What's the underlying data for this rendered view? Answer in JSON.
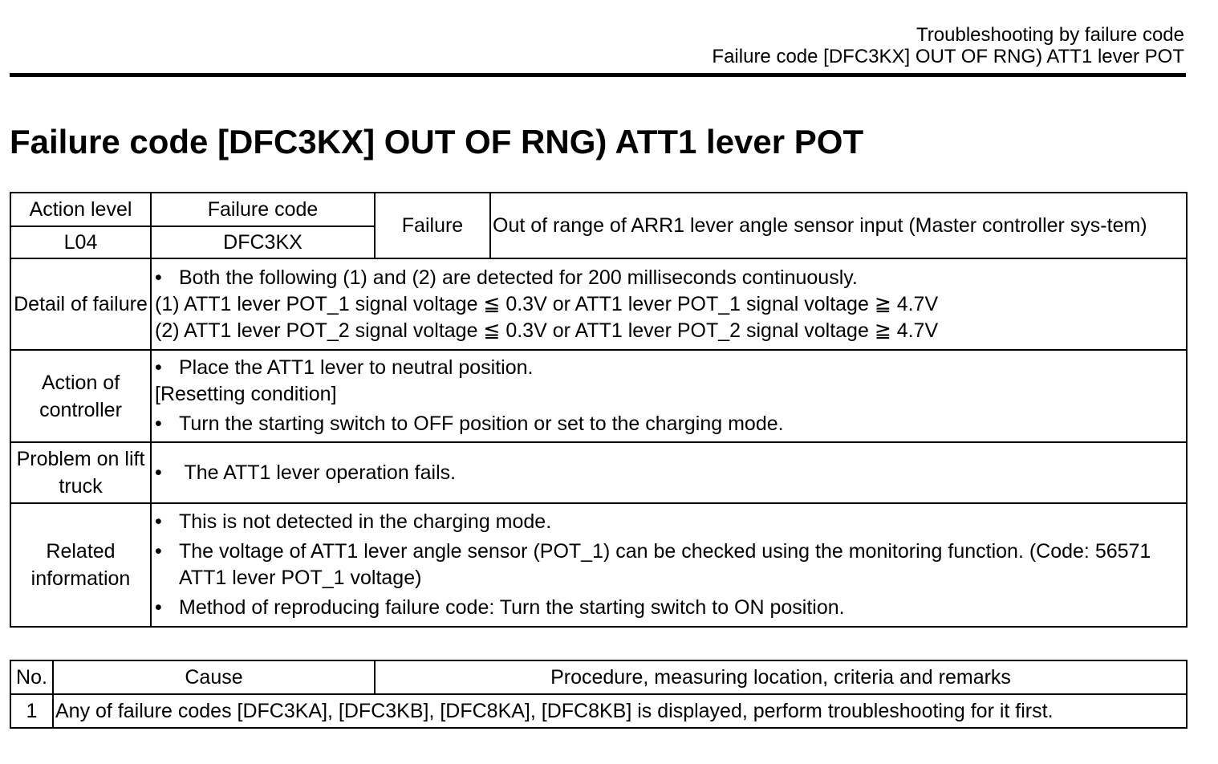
{
  "header": {
    "line1": "Troubleshooting by failure code",
    "line2": "Failure code [DFC3KX] OUT OF RNG) ATT1 lever POT"
  },
  "title": "Failure code [DFC3KX] OUT OF RNG) ATT1 lever POT",
  "info_table": {
    "action_level_label": "Action level",
    "action_level_value": "L04",
    "failure_code_label": "Failure code",
    "failure_code_value": "DFC3KX",
    "failure_label": "Failure",
    "failure_value": "Out of range of ARR1 lever angle sensor input (Master controller sys-tem)",
    "bullet": "•",
    "detail_label": "Detail of failure",
    "detail_bullet": "Both the following (1) and (2) are detected for 200 milliseconds continuously.",
    "detail_line1": "(1) ATT1 lever POT_1 signal voltage ≦ 0.3V or ATT1 lever POT_1 signal voltage ≧ 4.7V",
    "detail_line2": "(2) ATT1 lever POT_2 signal voltage ≦ 0.3V or ATT1 lever POT_2 signal voltage ≧ 4.7V",
    "action_label": "Action of controller",
    "action_bullet1": "Place the ATT1 lever to neutral position.",
    "action_reset": "[Resetting condition]",
    "action_bullet2": "Turn the starting switch to OFF position or set to the charging mode.",
    "problem_label": "Problem on lift truck",
    "problem_bullet": " The ATT1 lever operation fails.",
    "related_label": "Related information",
    "related_bullet1": "This is not detected in the charging mode.",
    "related_bullet2": "The voltage of ATT1 lever angle sensor (POT_1) can be checked using the monitoring function. (Code: 56571 ATT1 lever POT_1 voltage)",
    "related_bullet3": "Method of reproducing failure code: Turn the starting switch to ON position."
  },
  "cause_table": {
    "col_no": "No.",
    "col_cause": "Cause",
    "col_procedure": "Procedure, measuring location, criteria and remarks",
    "rows": [
      {
        "no": "1",
        "text": "Any of failure codes [DFC3KA], [DFC3KB], [DFC8KA], [DFC8KB] is displayed, perform troubleshooting for it first."
      }
    ]
  }
}
